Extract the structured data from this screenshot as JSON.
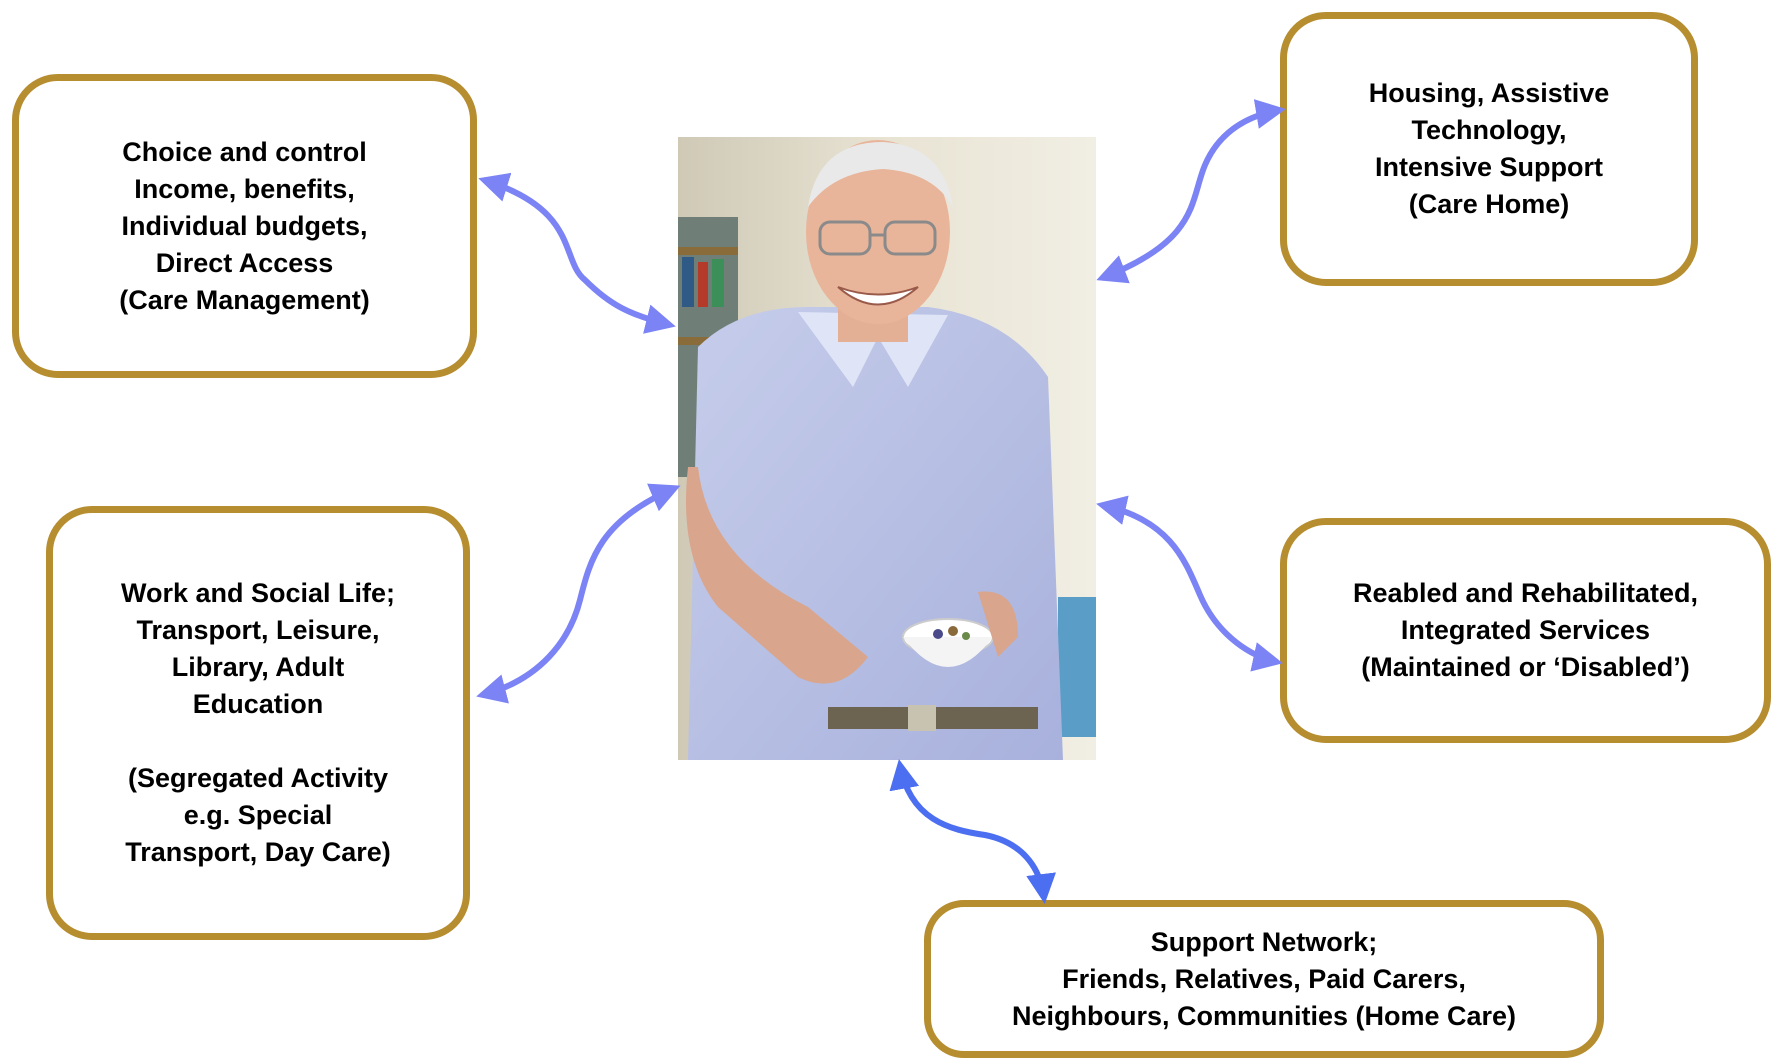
{
  "diagram": {
    "nodes": [
      {
        "id": "choice",
        "text": "Choice and control\nIncome, benefits,\nIndividual budgets,\nDirect Access\n(Care Management)"
      },
      {
        "id": "housing",
        "text": "Housing, Assistive\nTechnology,\nIntensive Support\n(Care Home)"
      },
      {
        "id": "work",
        "text": "Work and Social Life;\nTransport, Leisure,\nLibrary, Adult\nEducation\n\n(Segregated Activity\ne.g. Special\nTransport, Day Care)"
      },
      {
        "id": "reabled",
        "text": "Reabled and Rehabilitated,\nIntegrated Services\n(Maintained or ‘Disabled’)"
      },
      {
        "id": "support",
        "text": "Support Network;\nFriends, Relatives, Paid Carers,\nNeighbours, Communities (Home Care)"
      }
    ],
    "center": {
      "image_subject": "smiling elderly man in light blue shirt holding a small bowl"
    },
    "colors": {
      "box_border": "#B68D2F",
      "arrow": "#7B83F5",
      "arrow_bottom": "#4C6EF0"
    }
  }
}
